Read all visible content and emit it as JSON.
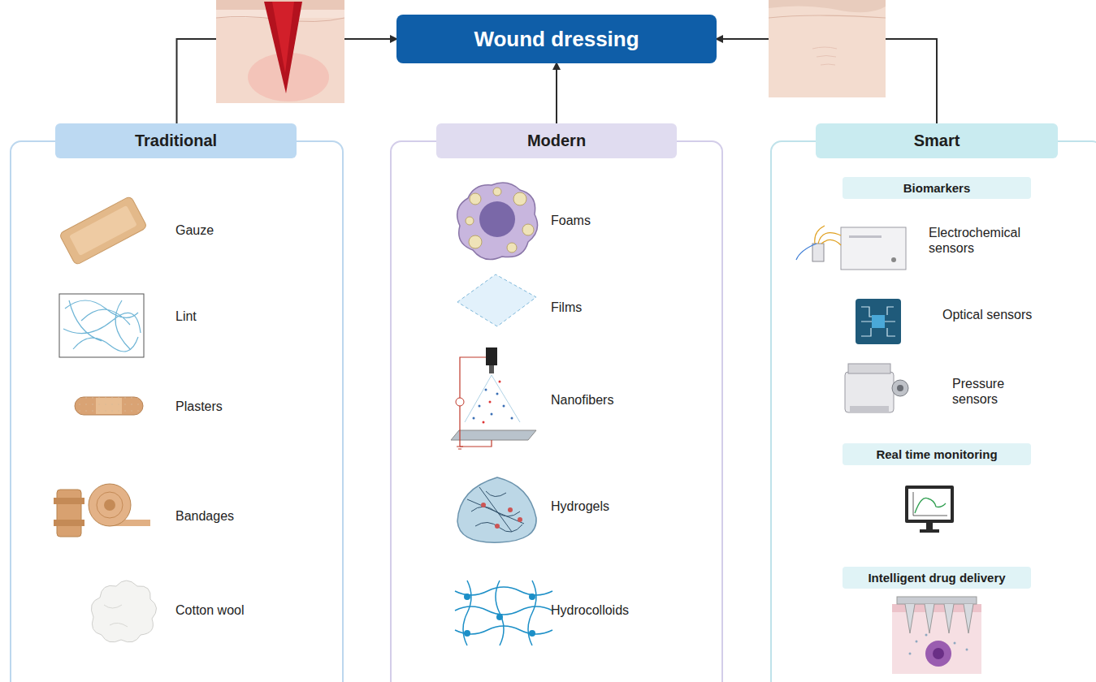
{
  "diagram": {
    "nodes": [
      {
        "text": [
          "Wound dressing"
        ]
      },
      {
        "text": [
          "Traditional"
        ]
      },
      {
        "text": [
          "Modern"
        ]
      },
      {
        "text": [
          "Smart"
        ]
      },
      {
        "text": [
          "Biomarkers"
        ],
        "in": 3
      },
      {
        "text": [
          "Real time monitoring"
        ],
        "in": 3
      },
      {
        "text": [
          "Intelligent drug delivery"
        ],
        "in": 3
      }
    ],
    "edges": [
      {
        "from": 1,
        "to": 0,
        "arrow": "to"
      },
      {
        "from": 2,
        "to": 0,
        "arrow": "to"
      },
      {
        "from": 3,
        "to": 0,
        "arrow": "to"
      }
    ],
    "labels": [
      "Gauze",
      "Lint",
      "Plasters",
      "Bandages",
      "Cotton wool",
      "Foams",
      "Films",
      "Nanofibers",
      "Hydrogels",
      "Hydrocolloids",
      "Electrochemical sensors",
      "Optical sensors",
      "Pressure sensors"
    ]
  }
}
